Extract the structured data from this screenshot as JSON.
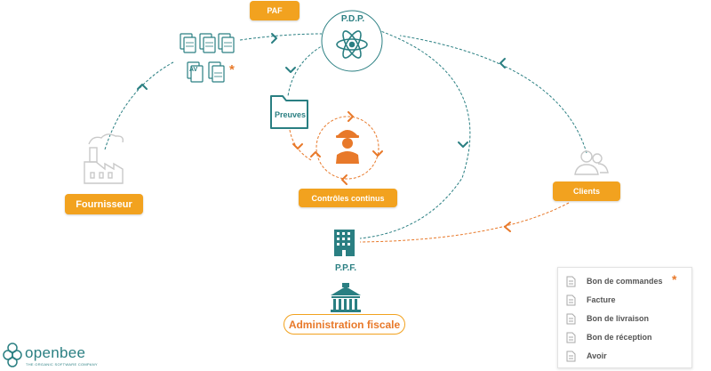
{
  "labels": {
    "paf": "PAF",
    "pdp": "P.D.P.",
    "ppf": "P.P.F.",
    "preuves": "Preuves",
    "fournisseur": "Fournisseur",
    "controles": "Contrôles continus",
    "clients": "Clients",
    "administration": "Administration fiscale",
    "doc_av": "AV",
    "asterisk": "*"
  },
  "legend": {
    "items": [
      {
        "label": "Bon de commandes",
        "marker": "*"
      },
      {
        "label": "Facture"
      },
      {
        "label": "Bon de livraison"
      },
      {
        "label": "Bon de réception"
      },
      {
        "label": "Avoir"
      }
    ]
  },
  "brand": {
    "name": "openbee",
    "tagline": "THE ORGANIC SOFTWARE COMPANY"
  },
  "colors": {
    "orange": "#f2a21f",
    "teal": "#2a7f82",
    "orange_dark": "#e8792a"
  },
  "icons": [
    "atom-icon",
    "document-icon",
    "factory-icon",
    "folder-icon",
    "inspector-icon",
    "users-icon",
    "office-building-icon",
    "government-building-icon",
    "bee-logo-icon"
  ]
}
